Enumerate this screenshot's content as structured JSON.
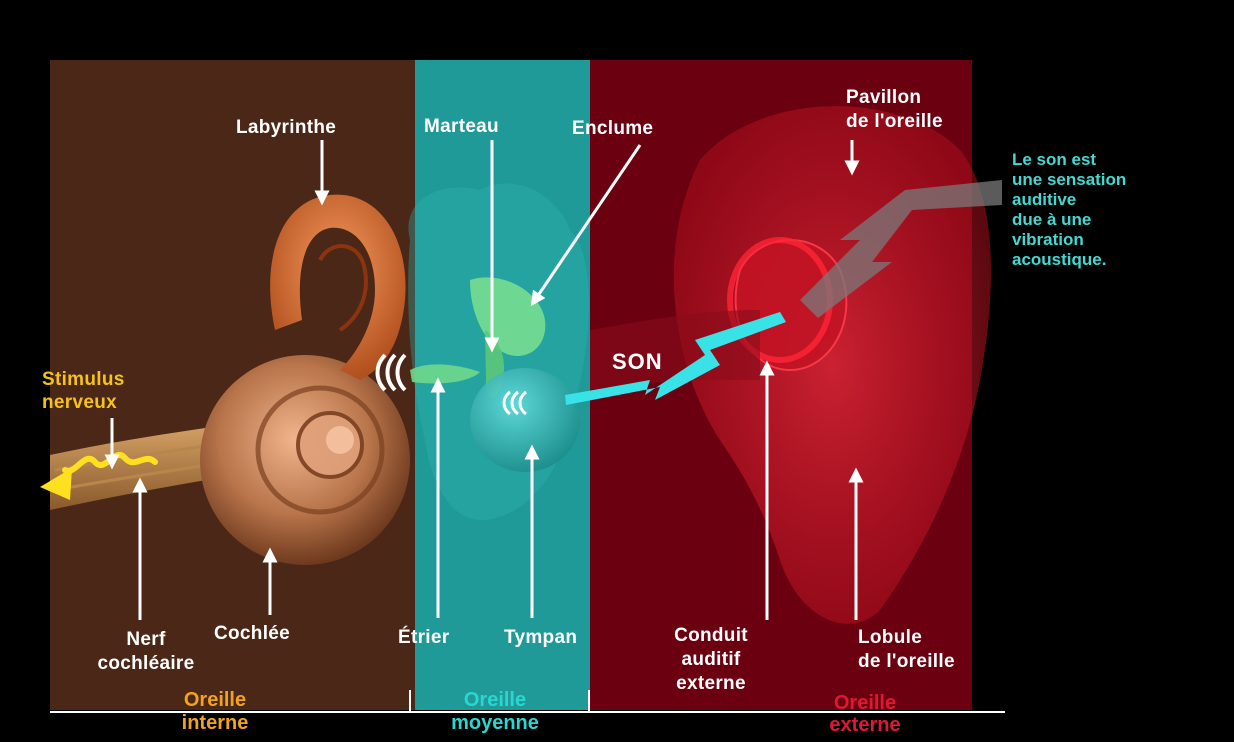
{
  "colors": {
    "inner": "#4a2716",
    "middle": "#1f9a98",
    "outer": "#6a0010",
    "inner_text": "#f2a31c",
    "middle_text": "#2bd6d0",
    "outer_text": "#e01834",
    "note_text": "#43d9d2",
    "stimulus_text": "#f5c21a"
  },
  "labels": {
    "labyrinthe": "Labyrinthe",
    "marteau": "Marteau",
    "enclume": "Enclume",
    "pavillon_1": "Pavillon",
    "pavillon_2": "de l'oreille",
    "stimulus_1": "Stimulus",
    "stimulus_2": "nerveux",
    "nerf_1": "Nerf",
    "nerf_2": "cochléaire",
    "cochlee": "Cochlée",
    "etrier": "Étrier",
    "tympan": "Tympan",
    "conduit_1": "Conduit",
    "conduit_2": "auditif",
    "conduit_3": "externe",
    "lobule_1": "Lobule",
    "lobule_2": "de l'oreille",
    "son": "SON"
  },
  "zones": {
    "inner_1": "Oreille",
    "inner_2": "interne",
    "middle_1": "Oreille",
    "middle_2": "moyenne",
    "outer_1": "Oreille",
    "outer_2": "externe"
  },
  "note": {
    "line1": "Le son est",
    "line2": "une sensation",
    "line3": "auditive",
    "line4": "due à une",
    "line5": "vibration",
    "line6": "acoustique."
  }
}
